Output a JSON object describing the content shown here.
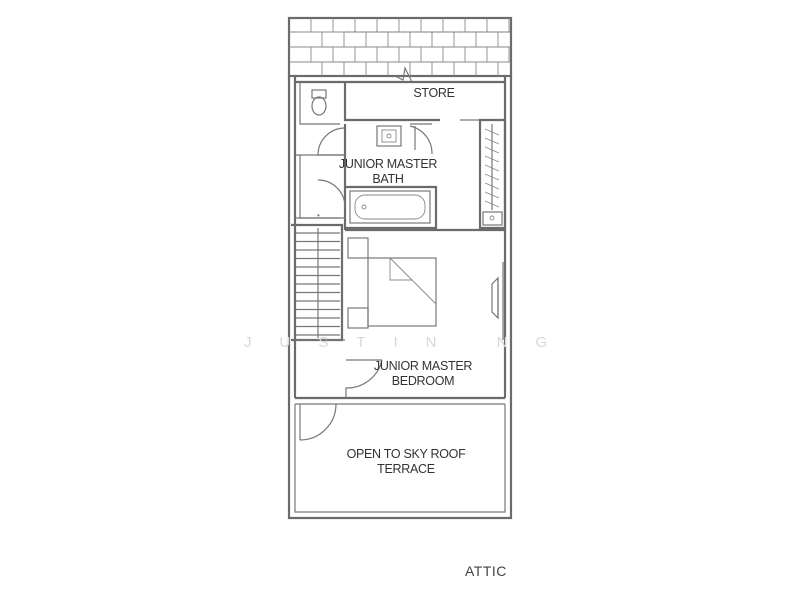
{
  "rooms": {
    "store": "STORE",
    "bath_line1": "JUNIOR MASTER",
    "bath_line2": "BATH",
    "bedroom_line1": "JUNIOR MASTER",
    "bedroom_line2": "BEDROOM",
    "terrace_line1": "OPEN TO SKY ROOF",
    "terrace_line2": "TERRACE"
  },
  "watermark": "JUSTIN NG",
  "caption": "ATTIC"
}
